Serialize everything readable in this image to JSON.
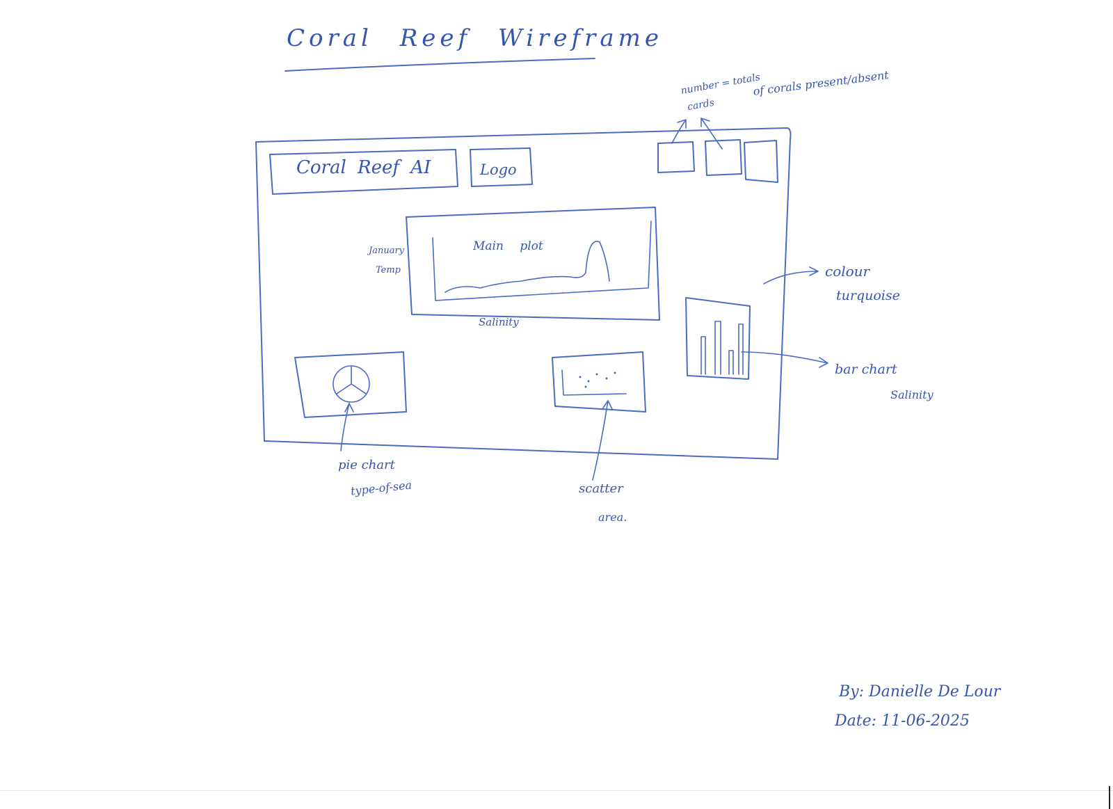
{
  "title": "Coral Reef Wireframe",
  "header": {
    "app_name": "Coral Reef AI",
    "logo_label": "Logo"
  },
  "cards": {
    "count": 3
  },
  "annotations": {
    "cards_line1": "number = totals",
    "cards_line2": "cards",
    "cards_line3": "of corals present/absent",
    "main_plot": "Main plot",
    "y_axis_line1": "January",
    "y_axis_line2": "Temp",
    "x_axis": "Salinity",
    "colour_line1": "colour",
    "colour_line2": "turquoise",
    "bar_line1": "bar chart",
    "bar_line2": "Salinity",
    "pie_line1": "pie chart",
    "pie_line2": "type-of-sea",
    "scatter_line1": "scatter",
    "scatter_line2": "area."
  },
  "footer": {
    "author": "By: Danielle De Lour",
    "date": "Date: 11-06-2025"
  },
  "colors": {
    "ink": "#3556b0",
    "paper": "#ffffff"
  }
}
